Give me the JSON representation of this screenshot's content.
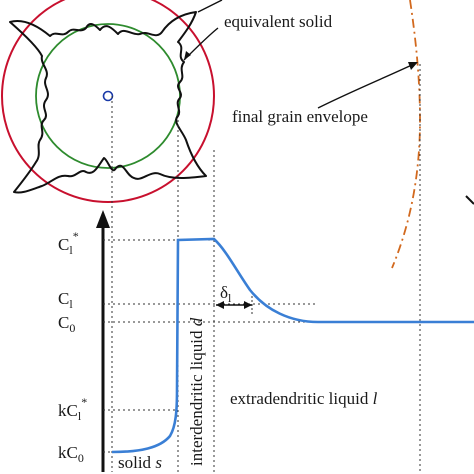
{
  "colors": {
    "grain_envelope": "#c8102e",
    "equivalent_solid": "#2e8b2e",
    "dendrite": "#111111",
    "concentration_profile": "#3a7fd5",
    "final_envelope": "#d2691e",
    "axis": "#111111"
  },
  "labels": {
    "equivalent_solid": "equivalent solid",
    "final_grain_envelope": "final grain envelope",
    "interdendritic_liquid": "interdendritic liquid",
    "interdendritic_liquid_symbol": "d",
    "extradendritic_liquid": "extradendritic liquid",
    "extradendritic_liquid_symbol": "l",
    "solid": "solid",
    "solid_symbol": "s",
    "delta": "δ",
    "delta_sub": "l"
  },
  "y_axis_labels": {
    "cl_star": {
      "main": "C",
      "sub": "l",
      "sup": "*"
    },
    "cl": {
      "main": "C",
      "sub": "l"
    },
    "c0": {
      "main": "C",
      "sub": "0"
    },
    "kcl_star": {
      "main": "kC",
      "sub": "l",
      "sup": "*"
    },
    "kc0": {
      "main": "kC",
      "sub": "0"
    }
  }
}
